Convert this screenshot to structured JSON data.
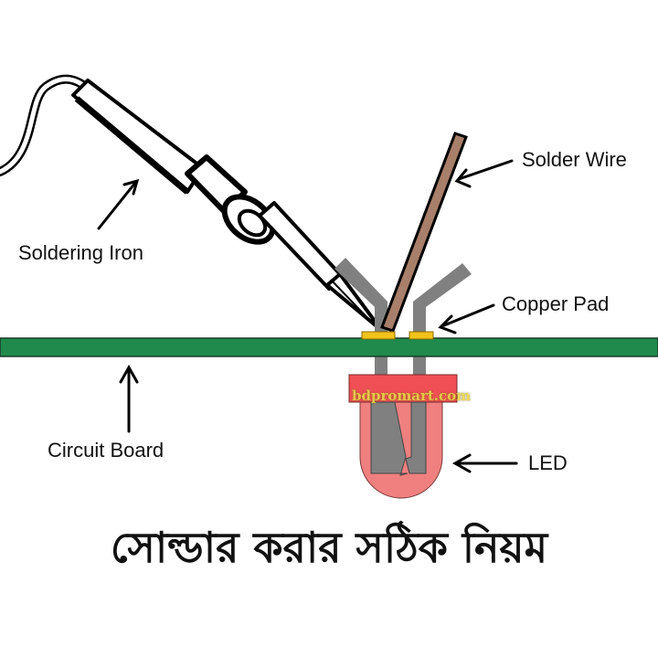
{
  "labels": {
    "soldering_iron": "Soldering Iron",
    "solder_wire": "Solder Wire",
    "copper_pad": "Copper Pad",
    "circuit_board": "Circuit Board",
    "led": "LED"
  },
  "title": "সোল্ডার করার সঠিক নিয়ম",
  "watermark": "bdpromart.com",
  "colors": {
    "board": "#1f8a4c",
    "pad": "#f2c21b",
    "leg": "#808080",
    "solder_wire": "#a87f6a",
    "led_rim": "#f04f55",
    "led_body": "#f08080",
    "outline": "#000000"
  }
}
